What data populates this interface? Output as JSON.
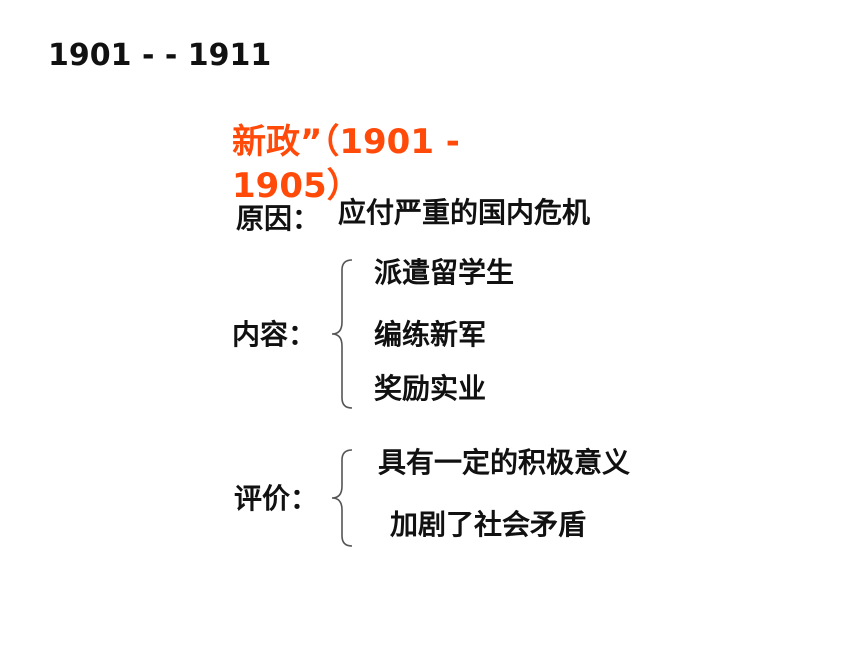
{
  "heading": "1901 -  - 1911",
  "title": "新政”（1901 - 1905）",
  "colors": {
    "title": "#ff4a0a",
    "text": "#111111"
  },
  "reason": {
    "label": "原因：",
    "value": "应付严重的国内危机"
  },
  "content": {
    "label": "内容：",
    "items": [
      "派遣留学生",
      "编练新军",
      "奖励实业"
    ]
  },
  "evaluation": {
    "label": "评价：",
    "items": [
      "具有一定的积极意义",
      "加剧了社会矛盾"
    ]
  }
}
